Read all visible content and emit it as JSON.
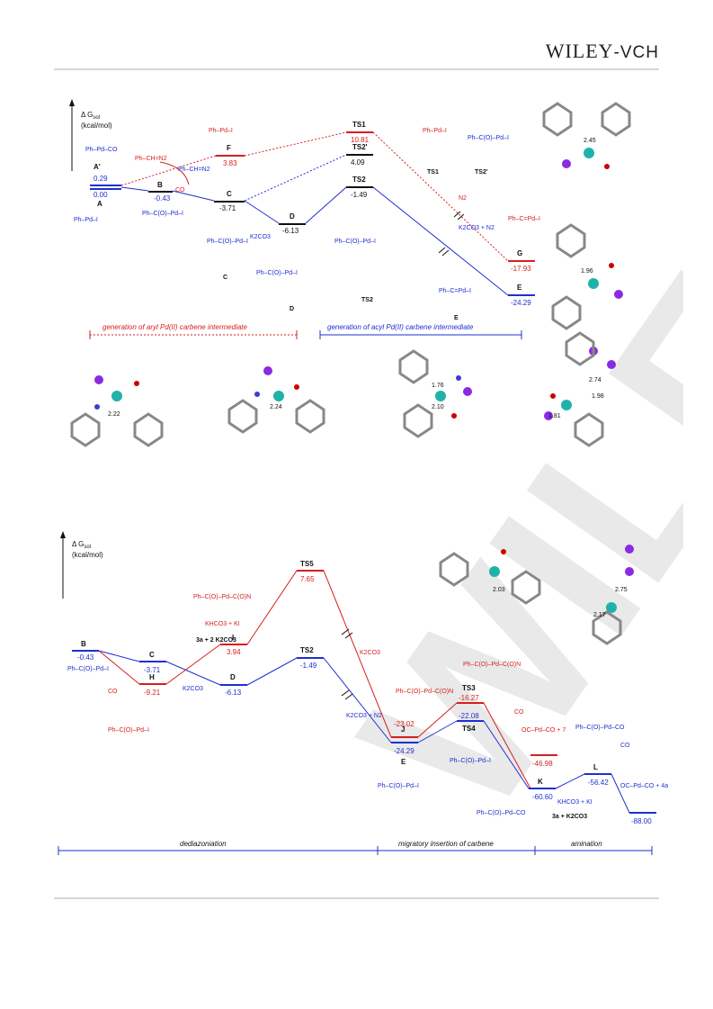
{
  "header": {
    "brand_main": "WILEY",
    "brand_suffix": "-VCH"
  },
  "watermark": "WILEY",
  "colors": {
    "blue": "#1f2fd1",
    "red": "#d61f1f",
    "black": "#111111"
  },
  "diagram1": {
    "axis_label": "Δ G",
    "axis_sub": "sol",
    "axis_unit": "(kcal/mol)",
    "levels": [
      {
        "label": "A'",
        "value": "0.29"
      },
      {
        "label": "A",
        "value": "0.00"
      },
      {
        "label": "B",
        "value": "-0.43"
      },
      {
        "label": "C",
        "value": "-3.71"
      },
      {
        "label": "D",
        "value": "-6.13"
      },
      {
        "label": "F",
        "value": "3.83"
      },
      {
        "label": "TS1",
        "value": "10.81"
      },
      {
        "label": "TS2'",
        "value": "4.09"
      },
      {
        "label": "TS2",
        "value": "-1.49"
      },
      {
        "label": "G",
        "value": "-17.93"
      },
      {
        "label": "E",
        "value": "-24.29"
      }
    ],
    "annotations": {
      "co": "CO",
      "n2": "N2",
      "k2co3": "K2CO3",
      "k2co3_n2": "K2CO3 + N2",
      "chem_a": "Ph–Pd–CO",
      "chem_f": "Ph–Pd–I",
      "chem_c": "Ph–C(O)–Pd–I",
      "chem_g": "Ph–C=Pd–I",
      "phch_n2": "Ph–CH=N2",
      "tag_ts1": "TS1",
      "tag_ts2p": "TS2'",
      "tag_ts2": "TS2",
      "tag_c": "C",
      "tag_d": "D",
      "tag_e": "E",
      "tag_a": "A"
    },
    "bracket_left": "generation of aryl Pd(II) carbene intermediate",
    "bracket_right": "generation of acyl Pd(II) carbene intermediate",
    "distances": [
      "2.22",
      "2.24",
      "1.76",
      "2.10",
      "1.81",
      "2.74",
      "1.98",
      "1.96",
      "2.45"
    ]
  },
  "diagram2": {
    "axis_label": "Δ G",
    "axis_sub": "sol",
    "axis_unit": "(kcal/mol)",
    "levels": [
      {
        "label": "B",
        "value": "-0.43"
      },
      {
        "label": "C",
        "value": "-3.71"
      },
      {
        "label": "H",
        "value": "-9.21"
      },
      {
        "label": "D",
        "value": "-6.13"
      },
      {
        "label": "I",
        "value": "3.94"
      },
      {
        "label": "TS5",
        "value": "7.65"
      },
      {
        "label": "TS2",
        "value": "-1.49"
      },
      {
        "label": "J",
        "value": "-23.02"
      },
      {
        "label": "E",
        "value": "-24.29"
      },
      {
        "label": "TS3",
        "value": "-16.27"
      },
      {
        "label": "TS4",
        "value": "-22.08"
      },
      {
        "label": "K",
        "value": "-60.60"
      },
      {
        "label": "L",
        "value": "-56.42"
      },
      {
        "label": "",
        "value": "-46.98"
      },
      {
        "label": "",
        "value": "-88.00"
      }
    ],
    "annotations": {
      "co": "CO",
      "khco3": "KHCO3 + KI",
      "k2co3": "K2CO3",
      "k2co3_n2": "K2CO3 + N2",
      "reagent_3a": "3a + 2 K2CO3",
      "reagent_3a_k": "3a + K2CO3",
      "product7": "OC–Pd–CO + 7",
      "product4a": "OC–Pd–CO + 4a",
      "chem_h": "Ph–C(O)–Pd–I",
      "chem_j": "Ph–C(O)–Pd–C(O)N",
      "chem_l": "Ph–C(O)–Pd–CO"
    },
    "brackets": [
      "dediazoniation",
      "migratory insertion of carbene",
      "amination"
    ],
    "distances": [
      "2.03",
      "2.75",
      "2.17"
    ]
  }
}
